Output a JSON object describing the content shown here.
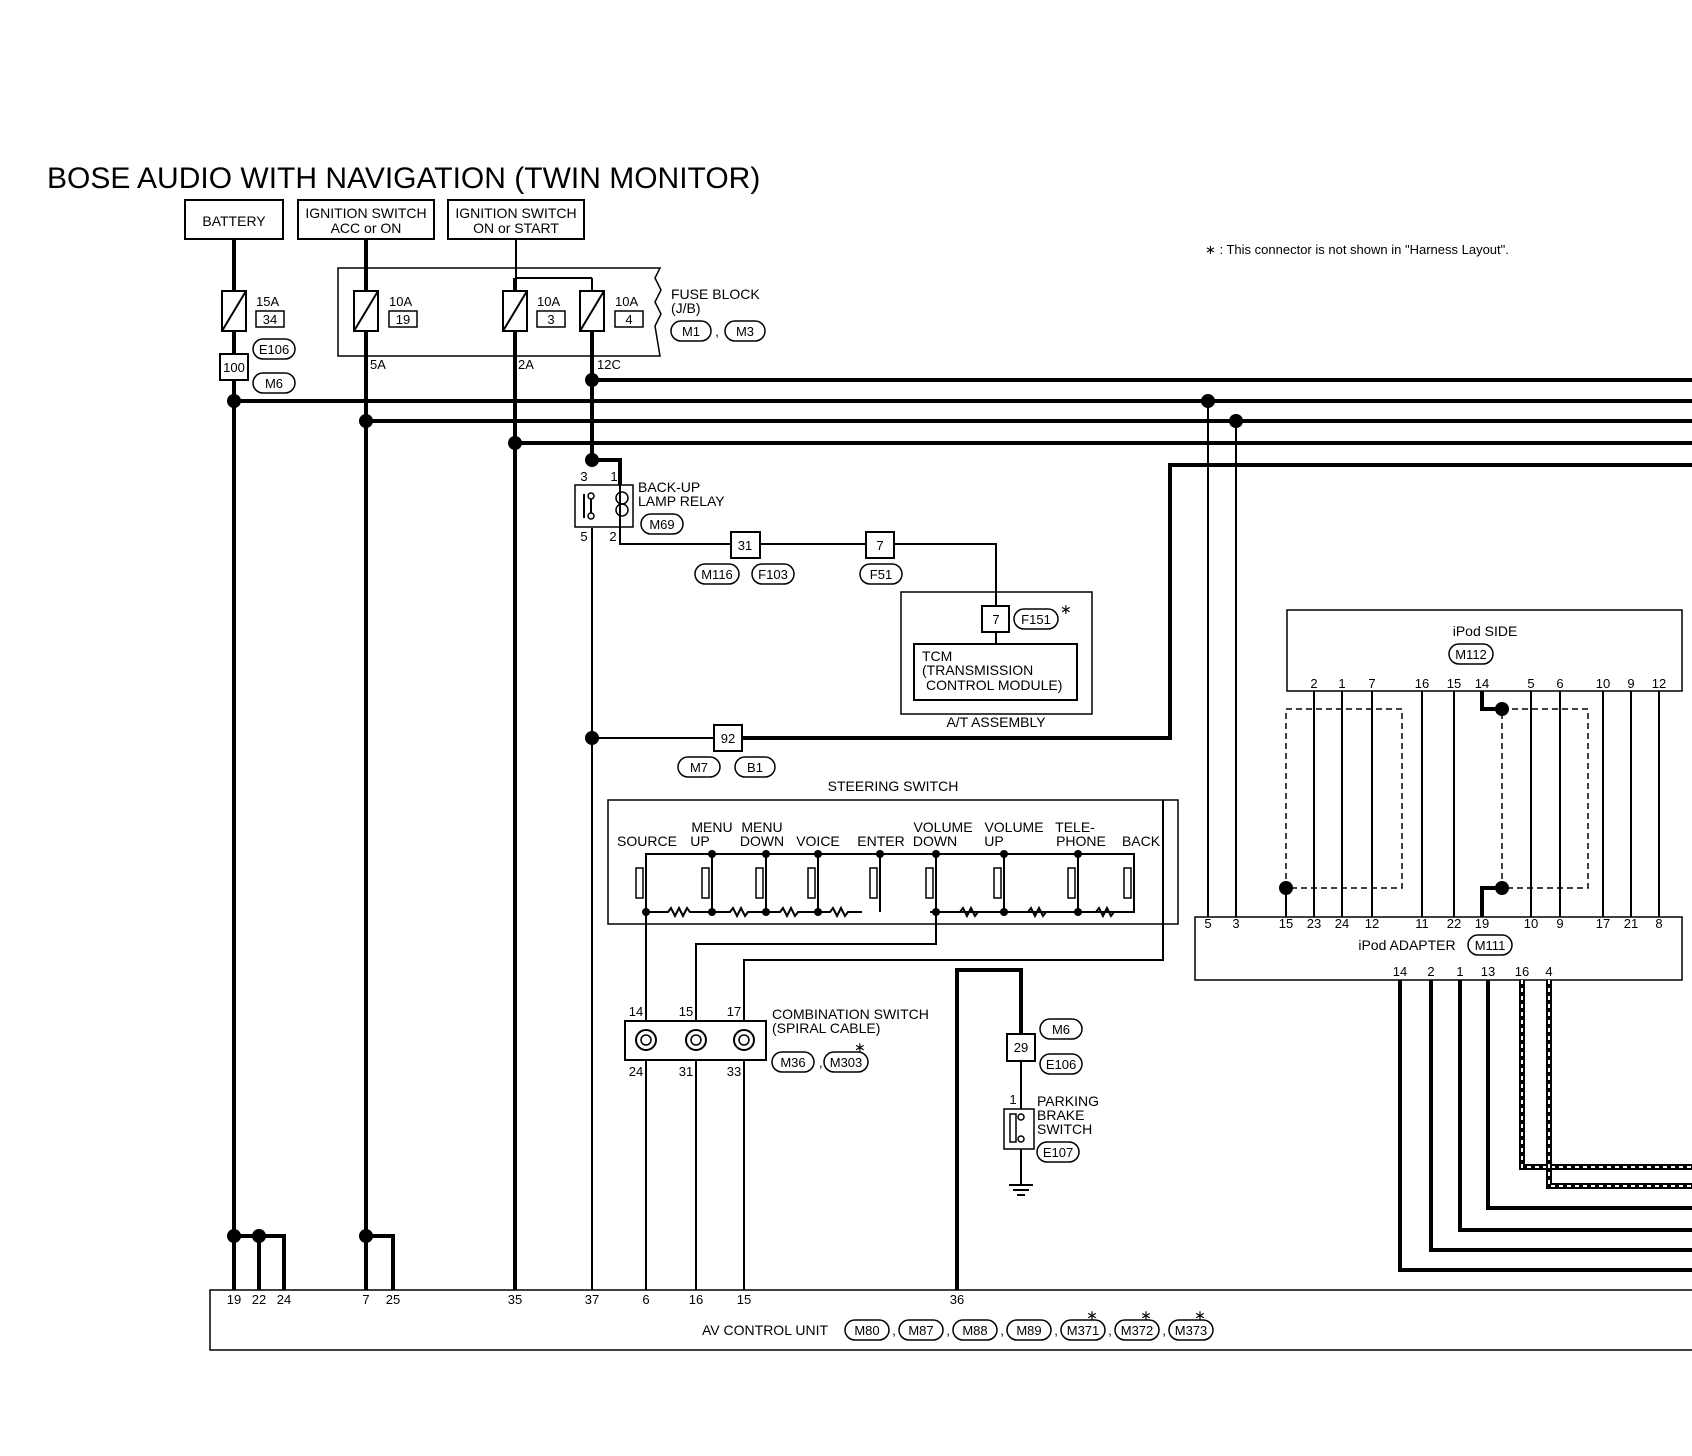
{
  "title": "BOSE AUDIO WITH NAVIGATION (TWIN MONITOR)",
  "note": "∗ : This connector is not shown in \"Harness Layout\".",
  "power_sources": {
    "battery": "BATTERY",
    "ign_acc_1": "IGNITION SWITCH",
    "ign_acc_2": "ACC or ON",
    "ign_on_1": "IGNITION SWITCH",
    "ign_on_2": "ON or START"
  },
  "fuses": {
    "f1_amp": "15A",
    "f1_num": "34",
    "f2_amp": "10A",
    "f2_num": "19",
    "f3_amp": "10A",
    "f3_num": "3",
    "f4_amp": "10A",
    "f4_num": "4"
  },
  "fuse_block": {
    "label_1": "FUSE BLOCK",
    "label_2": "(J/B)",
    "conn_1": "M1",
    "conn_2": "M3",
    "sep": ",",
    "out_1": "5A",
    "out_2": "2A",
    "out_3": "12C"
  },
  "battery_junction": {
    "pin": "100",
    "conn_1": "E106",
    "conn_2": "M6"
  },
  "relay": {
    "label_1": "BACK-UP",
    "label_2": "LAMP RELAY",
    "conn": "M69",
    "pin_3": "3",
    "pin_1": "1",
    "pin_5": "5",
    "pin_2": "2"
  },
  "joints": {
    "j31": "31",
    "j31_c1": "M116",
    "j31_c2": "F103",
    "j7": "7",
    "j7_c": "F51",
    "j92": "92",
    "j92_c1": "M7",
    "j92_c2": "B1"
  },
  "tcm": {
    "pin": "7",
    "conn": "F151",
    "label_1": "TCM",
    "label_2": "(TRANSMISSION",
    "label_3": "CONTROL MODULE)",
    "assembly": "A/T ASSEMBLY"
  },
  "steering_switch": {
    "title": "STEERING SWITCH",
    "labels_row1": [
      "MENU",
      "MENU",
      "VOLUME",
      "VOLUME",
      "TELE-"
    ],
    "labels_row2": [
      "SOURCE",
      "UP",
      "DOWN",
      "VOICE",
      "ENTER",
      "DOWN",
      "UP",
      "PHONE",
      "BACK"
    ]
  },
  "combination_switch": {
    "label_1": "COMBINATION SWITCH",
    "label_2": "(SPIRAL CABLE)",
    "conn_1": "M36",
    "conn_2": "M303",
    "top_pins": [
      "14",
      "15",
      "17"
    ],
    "bottom_pins": [
      "24",
      "31",
      "33"
    ]
  },
  "parking_brake": {
    "joint_pin": "29",
    "joint_c1": "M6",
    "joint_c2": "E106",
    "pin": "1",
    "label_1": "PARKING",
    "label_2": "BRAKE",
    "label_3": "SWITCH",
    "conn": "E107"
  },
  "ipod_side": {
    "label": "iPod SIDE",
    "conn": "M112",
    "pins": [
      "2",
      "1",
      "7",
      "16",
      "15",
      "14",
      "5",
      "6",
      "10",
      "9",
      "12"
    ]
  },
  "ipod_adapter": {
    "label": "iPod ADAPTER",
    "conn": "M111",
    "left_pins": [
      "5",
      "3"
    ],
    "top_pins": [
      "15",
      "23",
      "24",
      "12",
      "11",
      "22",
      "19",
      "10",
      "9",
      "17",
      "21",
      "8"
    ],
    "bottom_pins": [
      "14",
      "2",
      "1",
      "13",
      "16",
      "4"
    ]
  },
  "av_control_unit": {
    "label": "AV CONTROL UNIT",
    "conns": [
      "M80",
      "M87",
      "M88",
      "M89",
      "M371",
      "M372",
      "M373"
    ],
    "pins": [
      "19",
      "22",
      "24",
      "7",
      "25",
      "35",
      "37",
      "6",
      "16",
      "15",
      "36"
    ]
  },
  "star": "∗"
}
